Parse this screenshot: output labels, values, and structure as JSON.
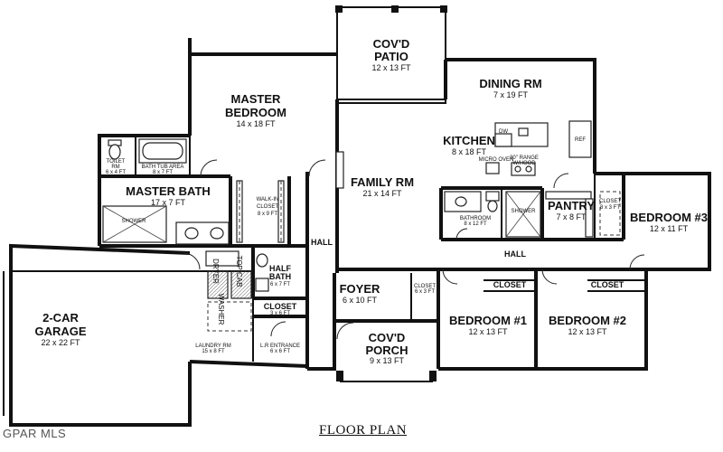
{
  "plan_title": "FLOOR PLAN",
  "watermark": "GPAR MLS",
  "rooms": {
    "patio": {
      "name_1": "COV'D",
      "name_2": "PATIO",
      "size": "12 x 13 FT"
    },
    "dining": {
      "name": "DINING RM",
      "size": "7 x 19 FT"
    },
    "master_bed": {
      "name_1": "MASTER",
      "name_2": "BEDROOM",
      "size": "14 x 18 FT"
    },
    "toilet": {
      "name_1": "TOILET",
      "name_2": "RM",
      "size": "6 x 4 FT"
    },
    "bath_tub": {
      "name": "BATH TUB AREA",
      "size": "8 x 7 FT"
    },
    "master_bath": {
      "name": "MASTER BATH",
      "size": "17 x 7 FT"
    },
    "walk_in": {
      "name_1": "WALK-IN",
      "name_2": "CLOSET",
      "size": "8 x 9 FT"
    },
    "kitchen": {
      "name": "KITCHEN",
      "size": "8 x 18 FT"
    },
    "family": {
      "name": "FAMILY RM",
      "size": "21 x 14 FT"
    },
    "pantry": {
      "name": "PANTRY",
      "size": "7 x 8 FT"
    },
    "bathroom": {
      "name": "BATHROOM",
      "size": "8 x 12 FT"
    },
    "bedroom3": {
      "name": "BEDROOM #3",
      "size": "12 x 11 FT"
    },
    "closet_b3": {
      "name": "CLOSET",
      "size": "8 x 3 FT"
    },
    "garage": {
      "name_1": "2-CAR",
      "name_2": "GARAGE",
      "size": "22 x 22 FT"
    },
    "half_bath": {
      "name_1": "HALF",
      "name_2": "BATH",
      "size": "6 x 7 FT"
    },
    "closet_hb": {
      "name": "CLOSET",
      "size": "3 x 6 FT"
    },
    "laundry": {
      "name": "LAUNDRY RM",
      "size": "15 x 8 FT"
    },
    "lr_entrance": {
      "name": "L.R ENTRANCE",
      "size": "6 x 6 FT"
    },
    "foyer": {
      "name": "FOYER",
      "size": "6 x 10 FT"
    },
    "closet_foyer": {
      "name": "CLOSET",
      "size": "6 x 3 FT"
    },
    "porch": {
      "name_1": "COV'D",
      "name_2": "PORCH",
      "size": "9 x 13 FT"
    },
    "bedroom1": {
      "name": "BEDROOM #1",
      "size": "12 x 13 FT"
    },
    "bedroom2": {
      "name": "BEDROOM #2",
      "size": "12 x 13 FT"
    },
    "closet_b1": {
      "name": "CLOSET"
    },
    "closet_b2": {
      "name": "CLOSET"
    }
  },
  "hall_labels": {
    "west": "HALL",
    "east": "HALL"
  },
  "fixtures": {
    "shower_master": "SHOWER",
    "shower_bath": "SHOWER",
    "top_cab": "TOP CAB",
    "dryer": "DRYER",
    "washer": "WASHER",
    "micro_oven": "MICRO OVEN",
    "range": "30\" RANGE",
    "range_sub": "W/HOOD",
    "dw": "DW",
    "fridge": "REF"
  }
}
